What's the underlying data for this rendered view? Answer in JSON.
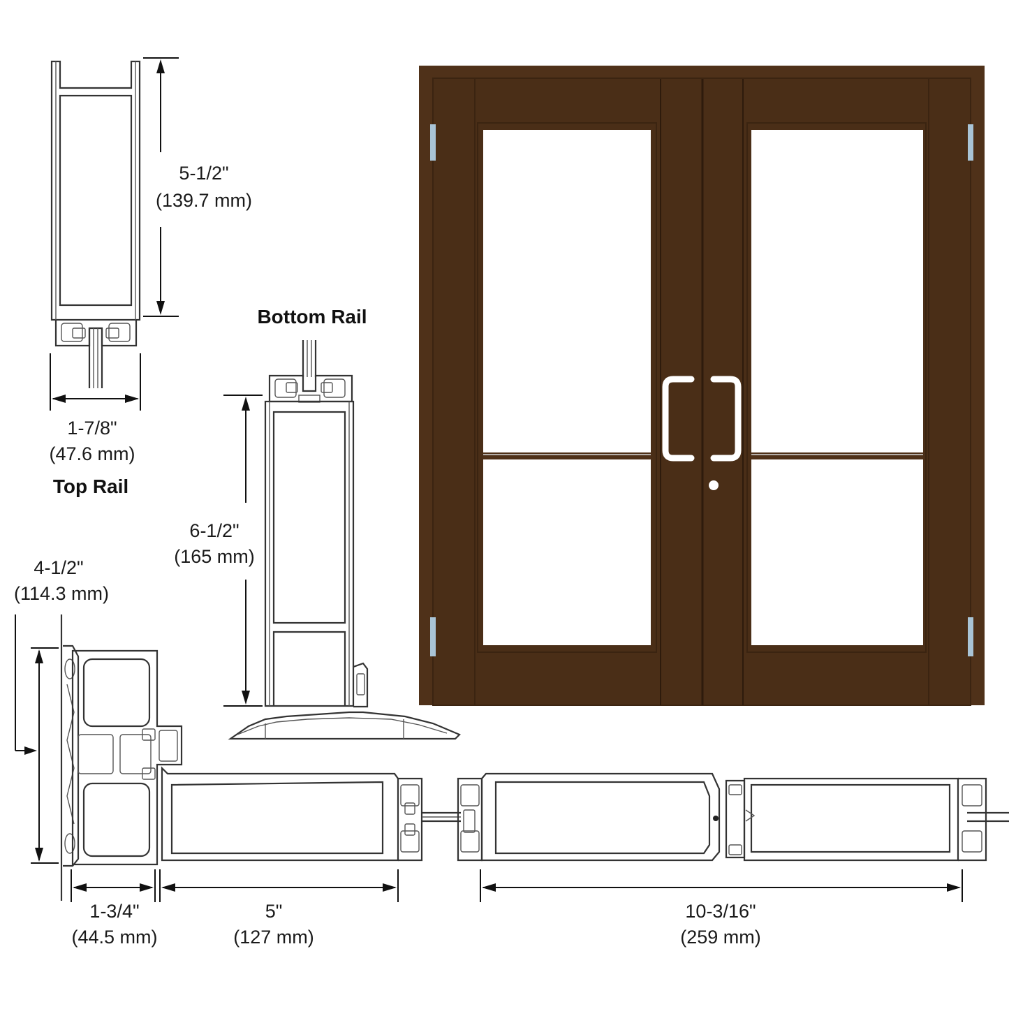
{
  "labels": {
    "top_rail": "Top Rail",
    "bottom_rail": "Bottom Rail",
    "top_height_in": "5-1/2\"",
    "top_height_mm": "(139.7 mm)",
    "top_width_in": "1-7/8\"",
    "top_width_mm": "(47.6 mm)",
    "bottom_height_in": "6-1/2\"",
    "bottom_height_mm": "(165 mm)",
    "jamb_depth_in": "4-1/2\"",
    "jamb_depth_mm": "(114.3 mm)",
    "jamb_width_in": "1-3/4\"",
    "jamb_width_mm": "(44.5 mm)",
    "stile_width_in": "5\"",
    "stile_width_mm": "(127 mm)",
    "meeting_stile_in": "10-3/16\"",
    "meeting_stile_mm": "(259 mm)"
  },
  "colors": {
    "door_finish": "#4f3119",
    "door_dark": "#3b2411",
    "glass": "#ffffff",
    "hardware": "#ffffff",
    "hinge": "#a9c4d6",
    "line": "#333333"
  }
}
